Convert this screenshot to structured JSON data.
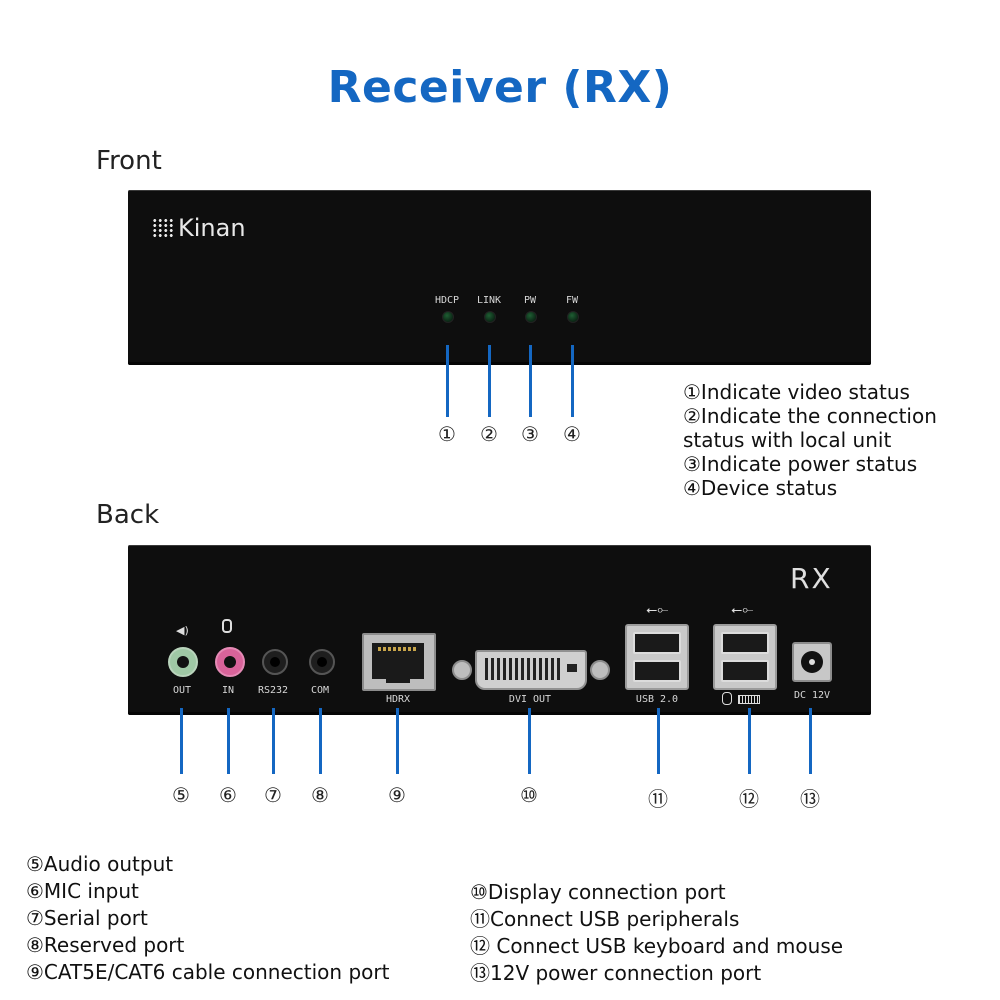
{
  "title": "Receiver (RX)",
  "front": {
    "section_label": "Front",
    "brand": "Kinan",
    "leds": [
      {
        "label": "HDCP",
        "num": "①"
      },
      {
        "label": "LINK",
        "num": "②"
      },
      {
        "label": "PW",
        "num": "③"
      },
      {
        "label": "FW",
        "num": "④"
      }
    ],
    "descriptions": [
      "①Indicate video status",
      "②Indicate the connection",
      " status with local unit",
      "③Indicate power status",
      "④Device status"
    ]
  },
  "back": {
    "section_label": "Back",
    "model": "RX",
    "ports": [
      {
        "label": "OUT",
        "num": "⑤"
      },
      {
        "label": "IN",
        "num": "⑥"
      },
      {
        "label": "RS232",
        "num": "⑦"
      },
      {
        "label": "COM",
        "num": "⑧"
      },
      {
        "label": "HDRX",
        "num": "⑨"
      },
      {
        "label": "DVI OUT",
        "num": "⑩"
      },
      {
        "label": "USB 2.0",
        "num": "⑪"
      },
      {
        "label": "",
        "num": "⑫"
      },
      {
        "label": "DC 12V",
        "num": "⑬"
      }
    ],
    "descriptions_left": [
      "⑤Audio output",
      "⑥MIC input",
      "⑦Serial port",
      "⑧Reserved port",
      "⑨CAT5E/CAT6 cable connection port"
    ],
    "descriptions_right": [
      "⑩Display connection port",
      "⑪Connect USB peripherals",
      "⑫ Connect USB keyboard and mouse",
      "⑬12V power connection port"
    ]
  },
  "colors": {
    "accent": "#1467c2",
    "panel": "#0e0e0e",
    "mic_pink": "#d9639a",
    "audio_green": "#9fc8a5"
  }
}
